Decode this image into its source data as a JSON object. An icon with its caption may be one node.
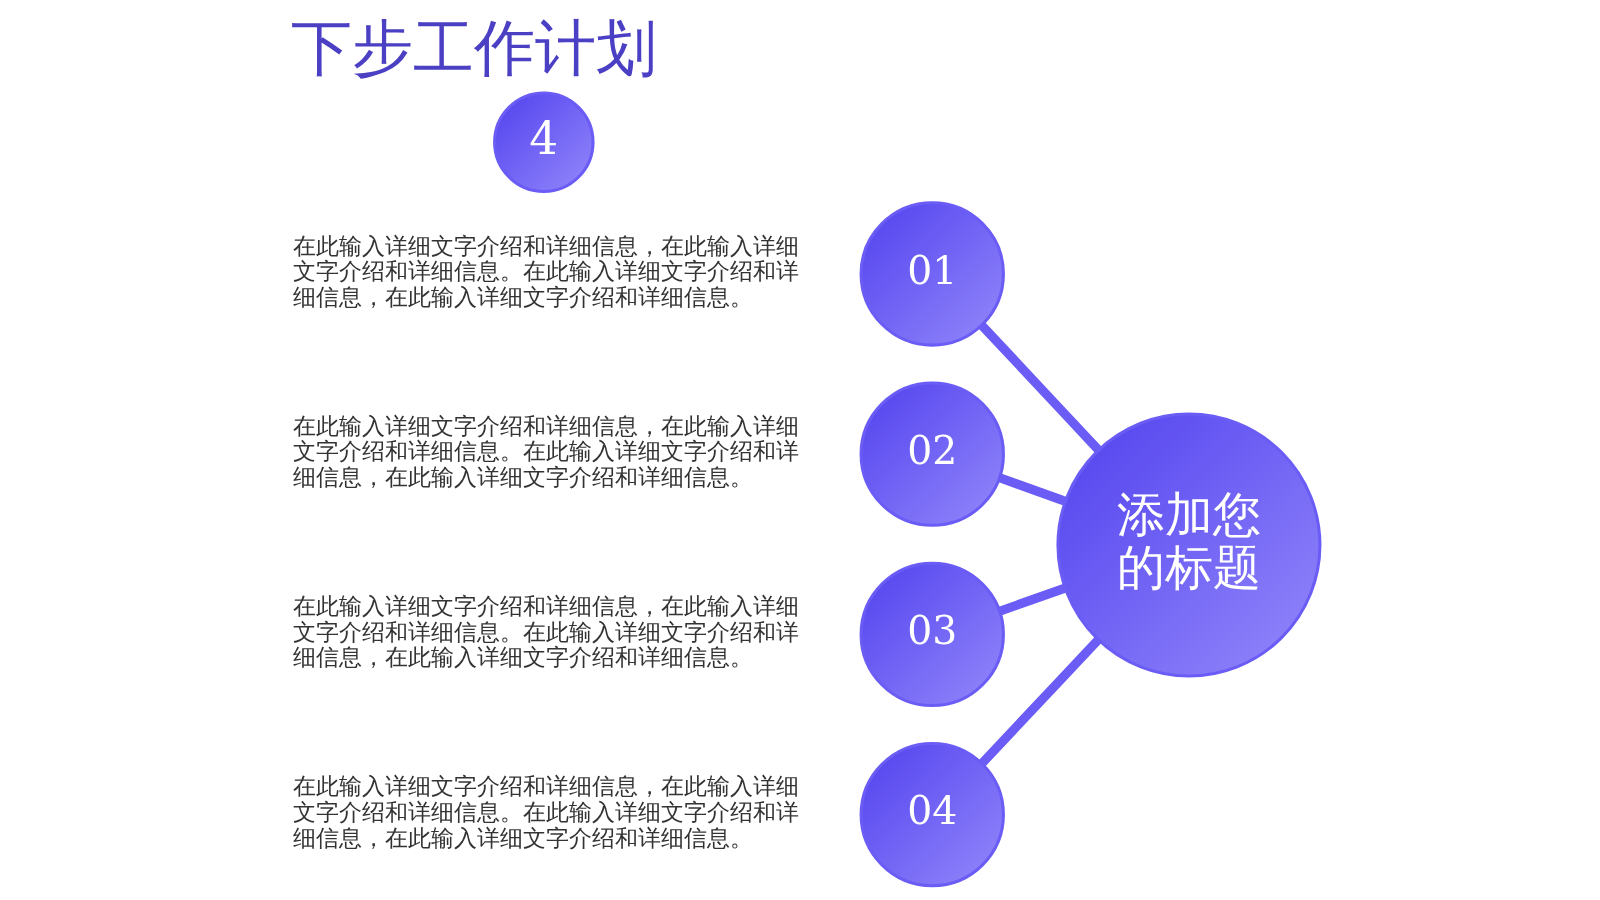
{
  "diagram": {
    "title": "下步工作计划",
    "nodes": [
      {
        "text": [
          "4"
        ]
      },
      {
        "text": [
          "01"
        ],
        "beside": [
          "在此输入详细文字介绍和详细信息，在此输入详细文字介绍和详细信息。在此输入详细文字介绍和详细信息，在此输入详细文字介绍和详细信息。"
        ]
      },
      {
        "text": [
          "02"
        ],
        "beside": [
          "在此输入详细文字介绍和详细信息，在此输入详细文字介绍和详细信息。在此输入详细文字介绍和详细信息，在此输入详细文字介绍和详细信息。"
        ]
      },
      {
        "text": [
          "添加您的标题"
        ]
      },
      {
        "text": [
          "03"
        ],
        "beside": [
          "在此输入详细文字介绍和详细信息，在此输入详细文字介绍和详细信息。在此输入详细文字介绍和详细信息，在此输入详细文字介绍和详细信息。"
        ]
      },
      {
        "text": [
          "04"
        ],
        "beside": [
          "在此输入详细文字介绍和详细信息，在此输入详细文字介绍和详细信息。在此输入详细文字介绍和详细信息，在此输入详细文字介绍和详细信息。"
        ]
      }
    ],
    "edges": [
      {
        "from": 3,
        "to": 1,
        "arrow": "none"
      },
      {
        "from": 3,
        "to": 2,
        "arrow": "none"
      },
      {
        "from": 3,
        "to": 4,
        "arrow": "none"
      },
      {
        "from": 3,
        "to": 5,
        "arrow": "none"
      }
    ]
  }
}
